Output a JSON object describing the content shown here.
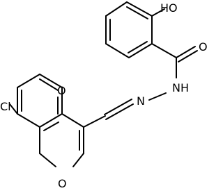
{
  "atoms": {
    "hydroxyl": "HO",
    "carbonyl_oxygen_amide": "O",
    "hydrazide_nh": "NH",
    "imine_n": "N",
    "chromone_carbonyl_oxygen": "O",
    "chlorine": "Cl",
    "ring_oxygen": "O"
  }
}
